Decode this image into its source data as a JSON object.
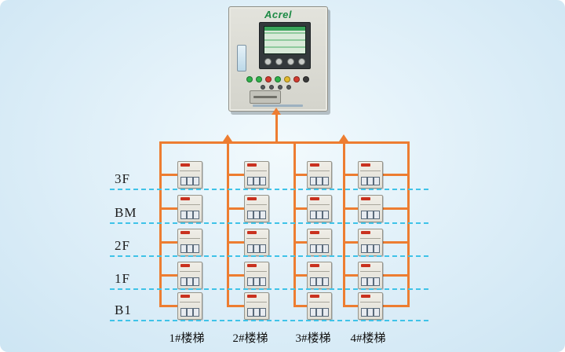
{
  "brand": "Acrel",
  "floors": [
    "3F",
    "BM",
    "2F",
    "1F",
    "B1"
  ],
  "stairs": [
    "1#楼梯",
    "2#楼梯",
    "3#楼梯",
    "4#楼梯"
  ],
  "device": {
    "brand_mark": "Acrel",
    "slots": 3
  },
  "leds": {
    "row1": [
      "#2fb24a",
      "#2fb24a",
      "#d23b2f",
      "#2fb24a",
      "#e3b92c",
      "#d23b2f",
      "#3a3a3a"
    ],
    "row2_count": 4
  },
  "colors": {
    "wire": "#ed7d31",
    "floor_dash": "#3fc3e8",
    "device_mark": "#c9311f",
    "brand_green": "#1d8a45"
  }
}
